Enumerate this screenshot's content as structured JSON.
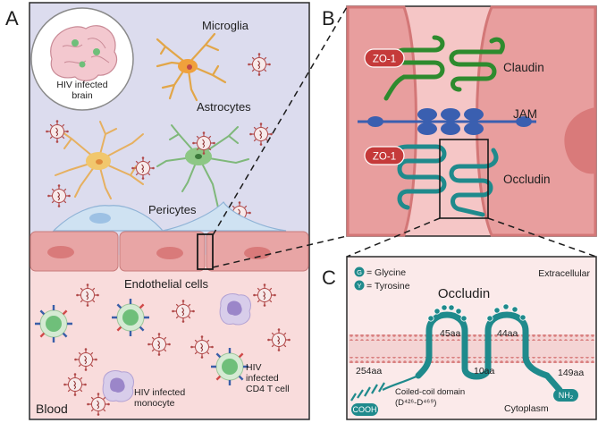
{
  "panel_a": {
    "letter": "A",
    "brain_label_line1": "HIV infected",
    "brain_label_line2": "brain",
    "microglia": "Microglia",
    "astrocytes": "Astrocytes",
    "pericytes": "Pericytes",
    "endothelial": "Endothelial cells",
    "blood": "Blood",
    "monocyte_line1": "HIV infected",
    "monocyte_line2": "monocyte",
    "tcell_line1": "HIV",
    "tcell_line2": "infected",
    "tcell_line3": "CD4 T cell"
  },
  "panel_b": {
    "letter": "B",
    "zo1_top": "ZO-1",
    "zo1_bottom": "ZO-1",
    "claudin": "Claudin",
    "jam": "JAM",
    "occludin": "Occludin"
  },
  "panel_c": {
    "letter": "C",
    "legend_glycine_symbol": "G",
    "legend_glycine": "= Glycine",
    "legend_tyrosine_symbol": "Y",
    "legend_tyrosine": "= Tyrosine",
    "title": "Occludin",
    "extracellular": "Extracellular",
    "loop1": "45aa",
    "loop2": "44aa",
    "n_term_len": "254aa",
    "link_len": "10aa",
    "c_term_len": "149aa",
    "coiled_line1": "Coiled-coil domain",
    "coiled_line2": "(D⁴²⁶-D⁴⁶⁹)",
    "cooh": "COOH",
    "nh2": "NH₂",
    "cytoplasm": "Cytoplasm"
  },
  "colors": {
    "panel_a_upper": "#dcdcee",
    "panel_a_lower": "#f9dcdc",
    "endothelial": "#e8a5a5",
    "claudin": "#2e8b2e",
    "jam": "#3a5fb0",
    "occludin": "#1f8a8c",
    "membrane": "#d98080"
  }
}
